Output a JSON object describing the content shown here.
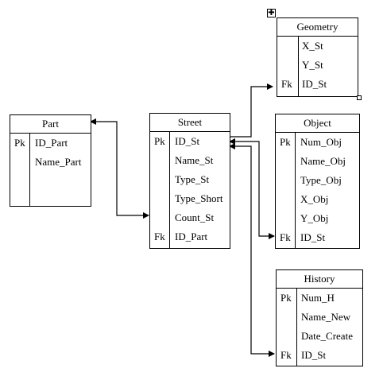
{
  "tables": {
    "part": {
      "title": "Part",
      "rows": [
        {
          "key": "Pk",
          "field": "ID_Part"
        },
        {
          "key": "",
          "field": "Name_Part"
        }
      ]
    },
    "street": {
      "title": "Street",
      "rows": [
        {
          "key": "Pk",
          "field": "ID_St"
        },
        {
          "key": "",
          "field": "Name_St"
        },
        {
          "key": "",
          "field": "Type_St"
        },
        {
          "key": "",
          "field": "Type_Short"
        },
        {
          "key": "",
          "field": "Count_St"
        },
        {
          "key": "Fk",
          "field": "ID_Part"
        }
      ]
    },
    "geometry": {
      "title": "Geometry",
      "rows": [
        {
          "key": "",
          "field": "X_St"
        },
        {
          "key": "",
          "field": "Y_St"
        },
        {
          "key": "Fk",
          "field": "ID_St"
        }
      ]
    },
    "object": {
      "title": "Object",
      "rows": [
        {
          "key": "Pk",
          "field": "Num_Obj"
        },
        {
          "key": "",
          "field": "Name_Obj"
        },
        {
          "key": "",
          "field": "Type_Obj"
        },
        {
          "key": "",
          "field": "X_Obj"
        },
        {
          "key": "",
          "field": "Y_Obj"
        },
        {
          "key": "Fk",
          "field": "ID_St"
        }
      ]
    },
    "history": {
      "title": "History",
      "rows": [
        {
          "key": "Pk",
          "field": "Num_H"
        },
        {
          "key": "",
          "field": "Name_New"
        },
        {
          "key": "",
          "field": "Date_Create"
        },
        {
          "key": "Fk",
          "field": "ID_St"
        }
      ]
    }
  },
  "icons": {
    "move_handle": "move-handle-icon"
  }
}
